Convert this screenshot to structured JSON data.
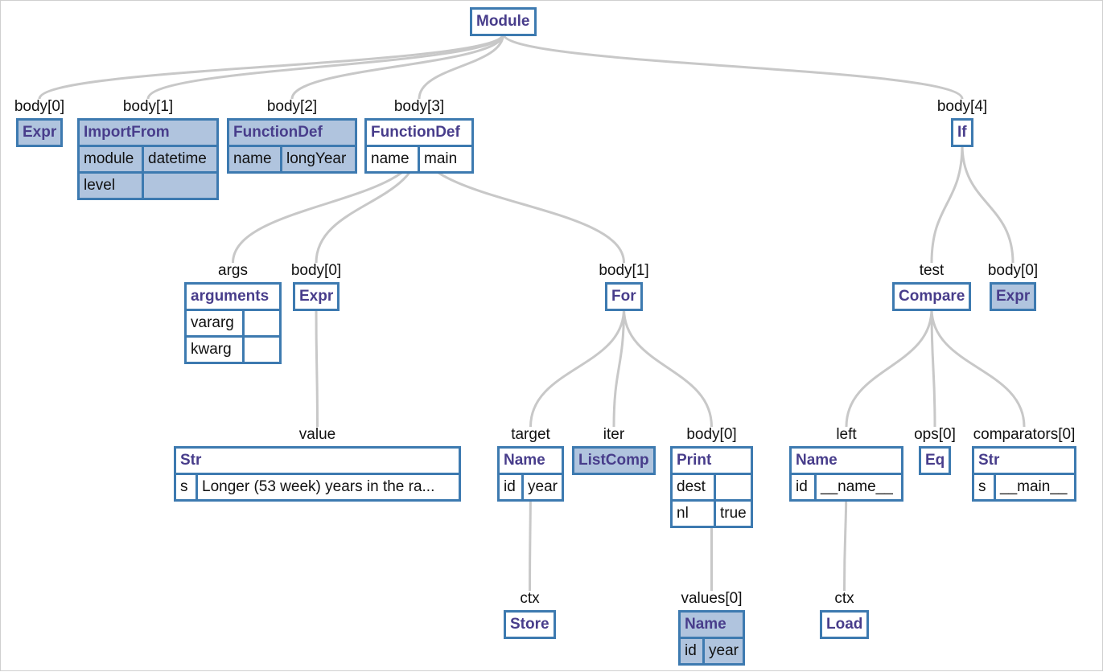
{
  "nodes": {
    "module": {
      "title": "Module"
    },
    "body0_expr": {
      "label": "body[0]",
      "title": "Expr"
    },
    "importfrom": {
      "label": "body[1]",
      "title": "ImportFrom",
      "fields": [
        {
          "key": "module",
          "value": "datetime"
        },
        {
          "key": "level",
          "value": ""
        }
      ]
    },
    "funcdef_longyear": {
      "label": "body[2]",
      "title": "FunctionDef",
      "fields": [
        {
          "key": "name",
          "value": "longYear"
        }
      ]
    },
    "funcdef_main": {
      "label": "body[3]",
      "title": "FunctionDef",
      "fields": [
        {
          "key": "name",
          "value": "main"
        }
      ]
    },
    "if_node": {
      "label": "body[4]",
      "title": "If"
    },
    "arguments": {
      "label": "args",
      "title": "arguments",
      "fields": [
        {
          "key": "vararg",
          "value": ""
        },
        {
          "key": "kwarg",
          "value": ""
        }
      ]
    },
    "main_expr": {
      "label": "body[0]",
      "title": "Expr"
    },
    "for_node": {
      "label": "body[1]",
      "title": "For"
    },
    "compare": {
      "label": "test",
      "title": "Compare"
    },
    "if_body_expr": {
      "label": "body[0]",
      "title": "Expr"
    },
    "str_value": {
      "label": "value",
      "title": "Str",
      "fields": [
        {
          "key": "s",
          "value": "Longer (53 week) years in the ra..."
        }
      ]
    },
    "name_target": {
      "label": "target",
      "title": "Name",
      "fields": [
        {
          "key": "id",
          "value": "year"
        }
      ]
    },
    "listcomp": {
      "label": "iter",
      "title": "ListComp"
    },
    "print_node": {
      "label": "body[0]",
      "title": "Print",
      "fields": [
        {
          "key": "dest",
          "value": ""
        },
        {
          "key": "nl",
          "value": "true"
        }
      ]
    },
    "name_left": {
      "label": "left",
      "title": "Name",
      "fields": [
        {
          "key": "id",
          "value": "__name__"
        }
      ]
    },
    "eq": {
      "label": "ops[0]",
      "title": "Eq"
    },
    "str_main": {
      "label": "comparators[0]",
      "title": "Str",
      "fields": [
        {
          "key": "s",
          "value": "__main__"
        }
      ]
    },
    "store": {
      "label": "ctx",
      "title": "Store"
    },
    "name_values": {
      "label": "values[0]",
      "title": "Name",
      "fields": [
        {
          "key": "id",
          "value": "year"
        }
      ]
    },
    "load": {
      "label": "ctx",
      "title": "Load"
    }
  },
  "colors": {
    "border": "#3d7ab0",
    "title_text": "#483d8b",
    "highlight_fill": "#b0c4de",
    "edge": "#c8c8c8"
  }
}
